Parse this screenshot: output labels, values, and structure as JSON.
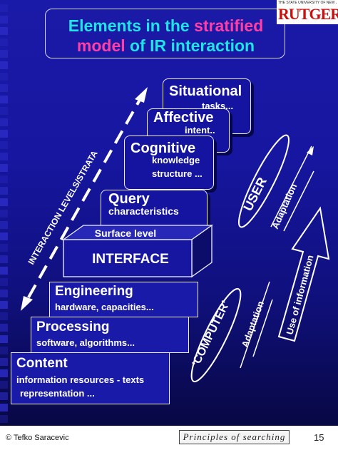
{
  "title": {
    "line1_part1": "Elements in the",
    "line1_part2": "stratified",
    "line2_part1": "model",
    "line2_part2": "of IR interaction"
  },
  "logo": {
    "small_text": "THE STATE UNIVERSITY OF NEW JERSEY",
    "name": "RUTGERS"
  },
  "strata": {
    "situational": {
      "heading": "Situational",
      "sub": "tasks..."
    },
    "affective": {
      "heading": "Affective",
      "sub": "intent.."
    },
    "cognitive": {
      "heading": "Cognitive",
      "sub1": "knowledge",
      "sub2": "structure ..."
    },
    "query": {
      "heading": "Query",
      "sub": "characteristics"
    },
    "surface": {
      "label": "Surface level"
    },
    "interface": {
      "label": "INTERFACE"
    },
    "engineering": {
      "heading": "Engineering",
      "sub": "hardware, capacities..."
    },
    "processing": {
      "heading": "Processing",
      "sub": "software, algorithms..."
    },
    "content": {
      "heading": "Content",
      "sub1": "information resources - texts",
      "sub2": "representation ..."
    }
  },
  "labels": {
    "levels": "INTERACTION LEVELS/STRATA",
    "user": "USER",
    "computer": "‘COMPUTER’",
    "adaptation_top": "Adaptation",
    "adaptation_bottom": "Adaptation",
    "use_of_information": "Use of information"
  },
  "colors": {
    "title_accent1": "#22e3e3",
    "title_accent2": "#ff3fa6",
    "brand_red": "#cc1010"
  },
  "footer": {
    "copyright": "© Tefko Saracevic",
    "tagline": "Principles of searching",
    "page": "15"
  }
}
